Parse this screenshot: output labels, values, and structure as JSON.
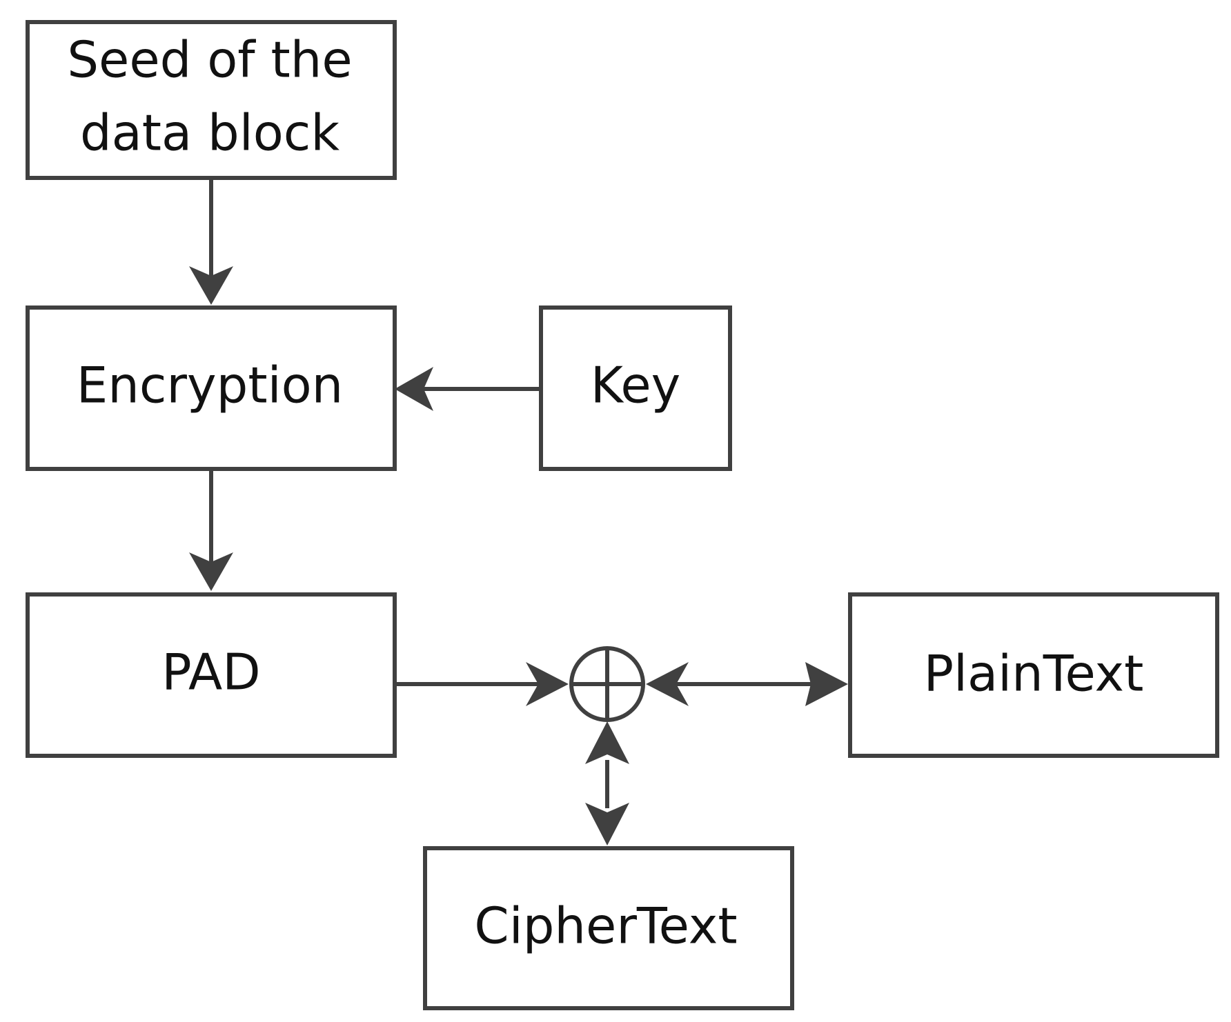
{
  "nodes": {
    "seed": {
      "line1": "Seed of the",
      "line2": "data block"
    },
    "encryption": {
      "label": "Encryption"
    },
    "key": {
      "label": "Key"
    },
    "pad": {
      "label": "PAD"
    },
    "plaintext": {
      "label": "PlainText"
    },
    "ciphertext": {
      "label": "CipherText"
    }
  },
  "colors": {
    "stroke": "#404040",
    "text": "#111111",
    "background": "#ffffff"
  },
  "icons": {
    "xor": "xor-circle-plus-icon"
  }
}
